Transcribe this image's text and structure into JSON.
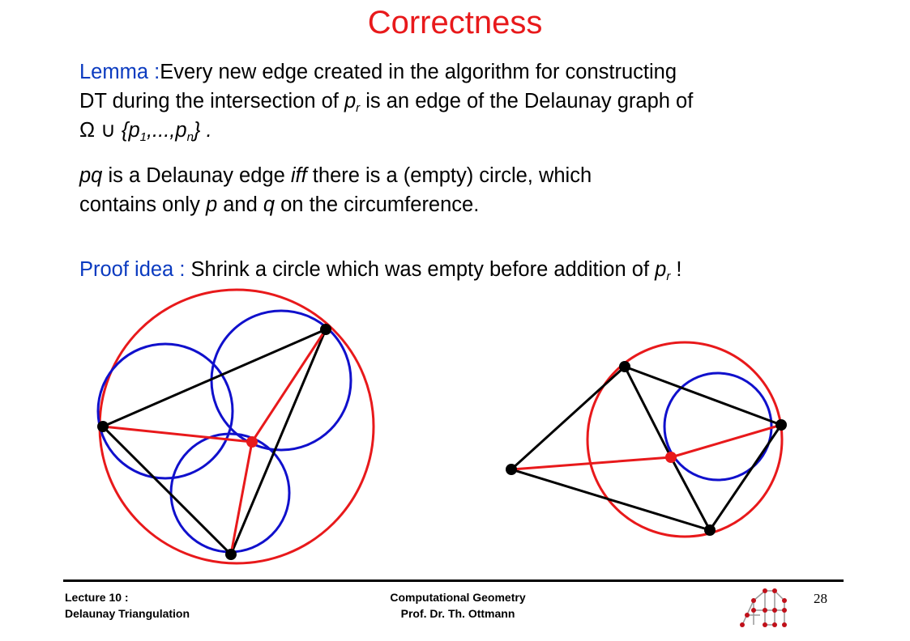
{
  "title": "Correctness",
  "lemma": {
    "label": "Lemma :",
    "line1": "Every new edge created in the algorithm for constructing",
    "line2_a": "DT during the intersection of ",
    "p": "p",
    "r": "r",
    "line2_b": " is an edge of the Delaunay graph of",
    "omega": "Ω",
    "cup": " ∪ ",
    "set_open": "{p",
    "sub1": "1",
    "set_mid": ",...,p",
    "subn": "n",
    "set_close": "} ."
  },
  "delaunay_def": {
    "pq": "pq",
    "a": " is a Delaunay edge ",
    "iff": "iff",
    "b": " there is a (empty) circle, which",
    "c": "contains only ",
    "p": "p",
    "d": " and ",
    "q": "q",
    "e": " on the circumference."
  },
  "proof": {
    "label": "Proof idea :",
    "text": "  Shrink a circle which was empty before addition of ",
    "p": "p",
    "r": "r",
    "end": " !"
  },
  "colors": {
    "title": "#e8191b",
    "accent": "#0b3bc0",
    "red": "#e8191b",
    "blue": "#1010cc",
    "black": "#000000"
  },
  "footer": {
    "left_line1": "Lecture 10 :",
    "left_line2": "Delaunay Triangulation",
    "center_line1": "Computational Geometry",
    "center_line2": "Prof. Dr. Th. Ottmann",
    "page_number": "28"
  }
}
